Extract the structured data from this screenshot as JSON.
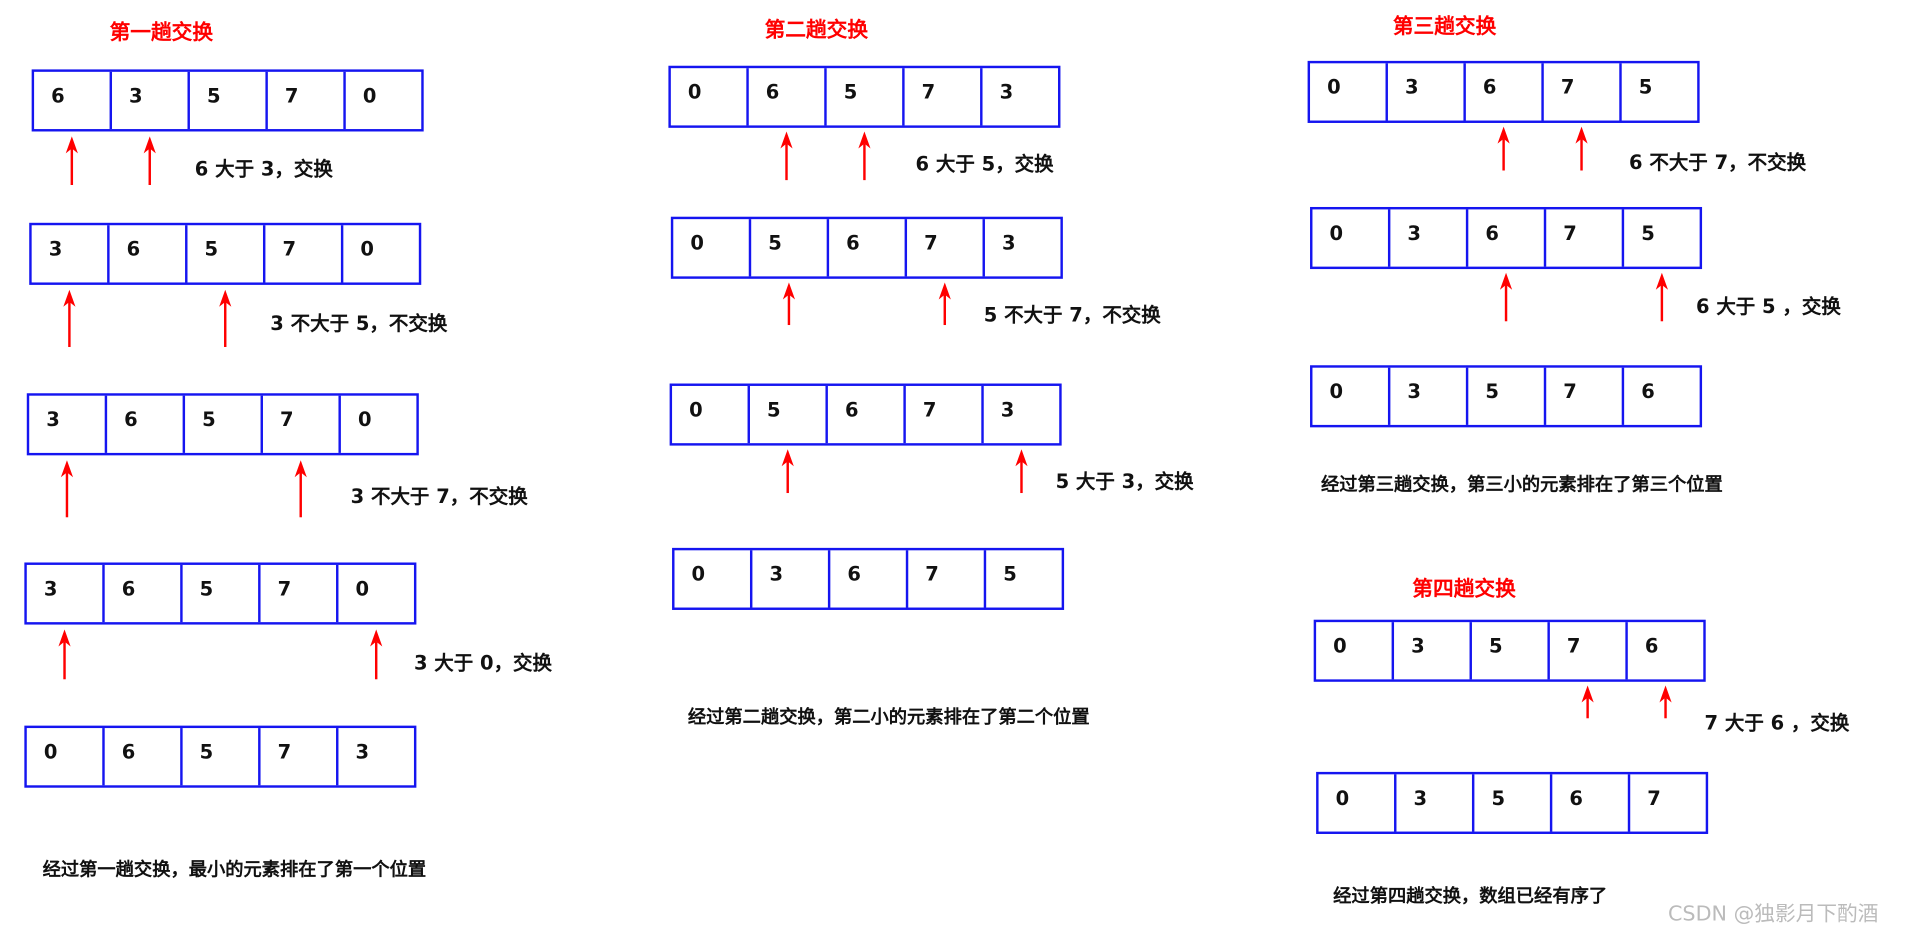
{
  "colors": {
    "title": "#ff0000",
    "box": "#1515f0",
    "arrow": "#ff0000",
    "text": "#111111"
  },
  "passes": [
    {
      "title": "第一趟交换",
      "caption": "经过第一趟交换，最小的元素排在了第一个位置",
      "steps": [
        {
          "values": [
            6,
            3,
            5,
            7,
            0
          ],
          "pointers": [
            0,
            1
          ],
          "note": "6 大于 3，交换"
        },
        {
          "values": [
            3,
            6,
            5,
            7,
            0
          ],
          "pointers": [
            0,
            2
          ],
          "note": "3 不大于 5，不交换"
        },
        {
          "values": [
            3,
            6,
            5,
            7,
            0
          ],
          "pointers": [
            0,
            3
          ],
          "note": "3 不大于 7，不交换"
        },
        {
          "values": [
            3,
            6,
            5,
            7,
            0
          ],
          "pointers": [
            0,
            4
          ],
          "note": "3 大于 0，交换"
        },
        {
          "values": [
            0,
            6,
            5,
            7,
            3
          ]
        }
      ]
    },
    {
      "title": "第二趟交换",
      "caption": "经过第二趟交换，第二小的元素排在了第二个位置",
      "steps": [
        {
          "values": [
            0,
            6,
            5,
            7,
            3
          ],
          "pointers": [
            1,
            2
          ],
          "note": "6 大于 5，交换"
        },
        {
          "values": [
            0,
            5,
            6,
            7,
            3
          ],
          "pointers": [
            1,
            3
          ],
          "note": "5 不大于 7，不交换"
        },
        {
          "values": [
            0,
            5,
            6,
            7,
            3
          ],
          "pointers": [
            1,
            4
          ],
          "note": "5 大于 3，交换"
        },
        {
          "values": [
            0,
            3,
            6,
            7,
            5
          ]
        }
      ]
    },
    {
      "title": "第三趟交换",
      "caption": "经过第三趟交换，第三小的元素排在了第三个位置",
      "steps": [
        {
          "values": [
            0,
            3,
            6,
            7,
            5
          ],
          "pointers": [
            2,
            3
          ],
          "note": "6 不大于 7，不交换"
        },
        {
          "values": [
            0,
            3,
            6,
            7,
            5
          ],
          "pointers": [
            2,
            4
          ],
          "note": "6 大于 5 ，交换"
        },
        {
          "values": [
            0,
            3,
            5,
            7,
            6
          ]
        }
      ]
    },
    {
      "title": "第四趟交换",
      "caption": "经过第四趟交换，数组已经有序了",
      "steps": [
        {
          "values": [
            0,
            3,
            5,
            7,
            6
          ],
          "pointers": [
            3,
            4
          ],
          "note": "7 大于 6 ，交换"
        },
        {
          "values": [
            0,
            3,
            5,
            6,
            7
          ]
        }
      ]
    }
  ],
  "watermark": "CSDN @独影月下酌酒"
}
